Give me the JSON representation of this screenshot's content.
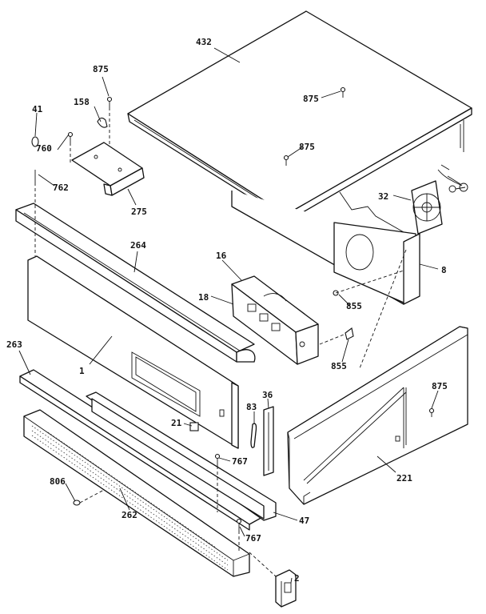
{
  "callouts": {
    "c432": "432",
    "c875a": "875",
    "c875b": "875",
    "c875c": "875",
    "c875d": "875",
    "c158": "158",
    "c41": "41",
    "c760": "760",
    "c762": "762",
    "c275": "275",
    "c32": "32",
    "c8": "8",
    "c264": "264",
    "c16": "16",
    "c18": "18",
    "c855a": "855",
    "c855b": "855",
    "c263": "263",
    "c1": "1",
    "c83": "83",
    "c36": "36",
    "c21": "21",
    "c767a": "767",
    "c767b": "767",
    "c806": "806",
    "c262": "262",
    "c221": "221",
    "c47": "47",
    "c2": "2"
  }
}
